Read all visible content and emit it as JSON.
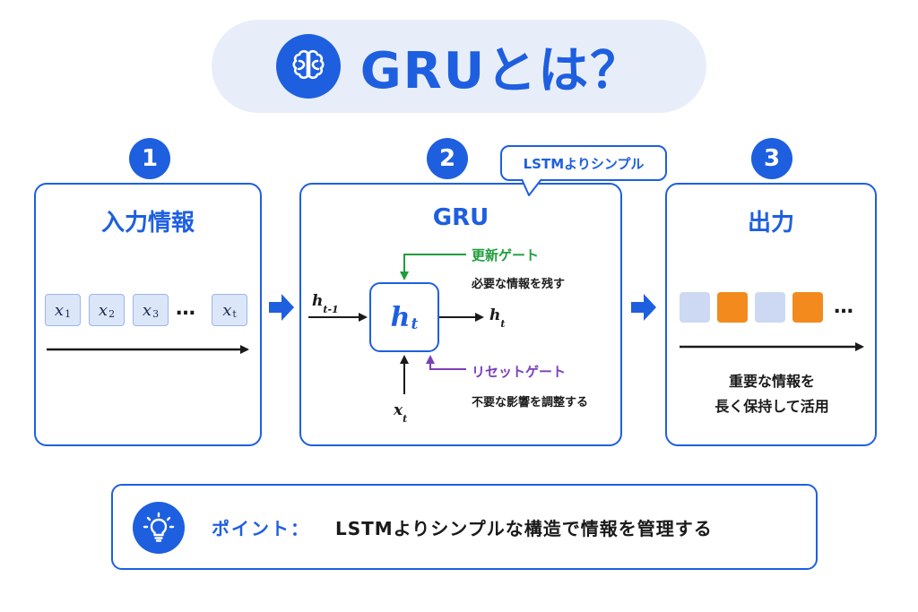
{
  "title": {
    "text": "GRUとは？",
    "icon": "brain-icon"
  },
  "steps": [
    {
      "number": "1",
      "title": "入力情報"
    },
    {
      "number": "2",
      "title": "GRU"
    },
    {
      "number": "3",
      "title": "出力"
    }
  ],
  "input": {
    "tokens": [
      {
        "var": "x",
        "sub": "1"
      },
      {
        "var": "x",
        "sub": "2"
      },
      {
        "var": "x",
        "sub": "3"
      },
      {
        "var": "x",
        "sub": "t"
      }
    ],
    "ellipsis": "…"
  },
  "gru": {
    "bubble": "LSTMよりシンプル",
    "cell": {
      "var": "h",
      "sub": "t"
    },
    "prev_state": {
      "var": "h",
      "sub": "t-1"
    },
    "next_state": {
      "var": "h",
      "sub": "t"
    },
    "input_x": {
      "var": "x",
      "sub": "t"
    },
    "update_gate": {
      "label": "更新ゲート",
      "desc": "必要な情報を残す",
      "color": "#1e9e3a"
    },
    "reset_gate": {
      "label": "リセットゲート",
      "desc": "不要な影響を調整する",
      "color": "#7b3fb8"
    }
  },
  "output": {
    "squares": [
      "#cdd9f3",
      "#f28a1e",
      "#cdd9f3",
      "#f28a1e"
    ],
    "ellipsis": "…",
    "desc_line1": "重要な情報を",
    "desc_line2": "長く保持して活用"
  },
  "point": {
    "icon": "lightbulb-icon",
    "label": "ポイント：",
    "text": "LSTMよりシンプルな構造で情報を管理する"
  },
  "colors": {
    "primary": "#1e5fe0",
    "pill_bg": "#e8eef9",
    "token_bg": "#dbe6f9"
  }
}
